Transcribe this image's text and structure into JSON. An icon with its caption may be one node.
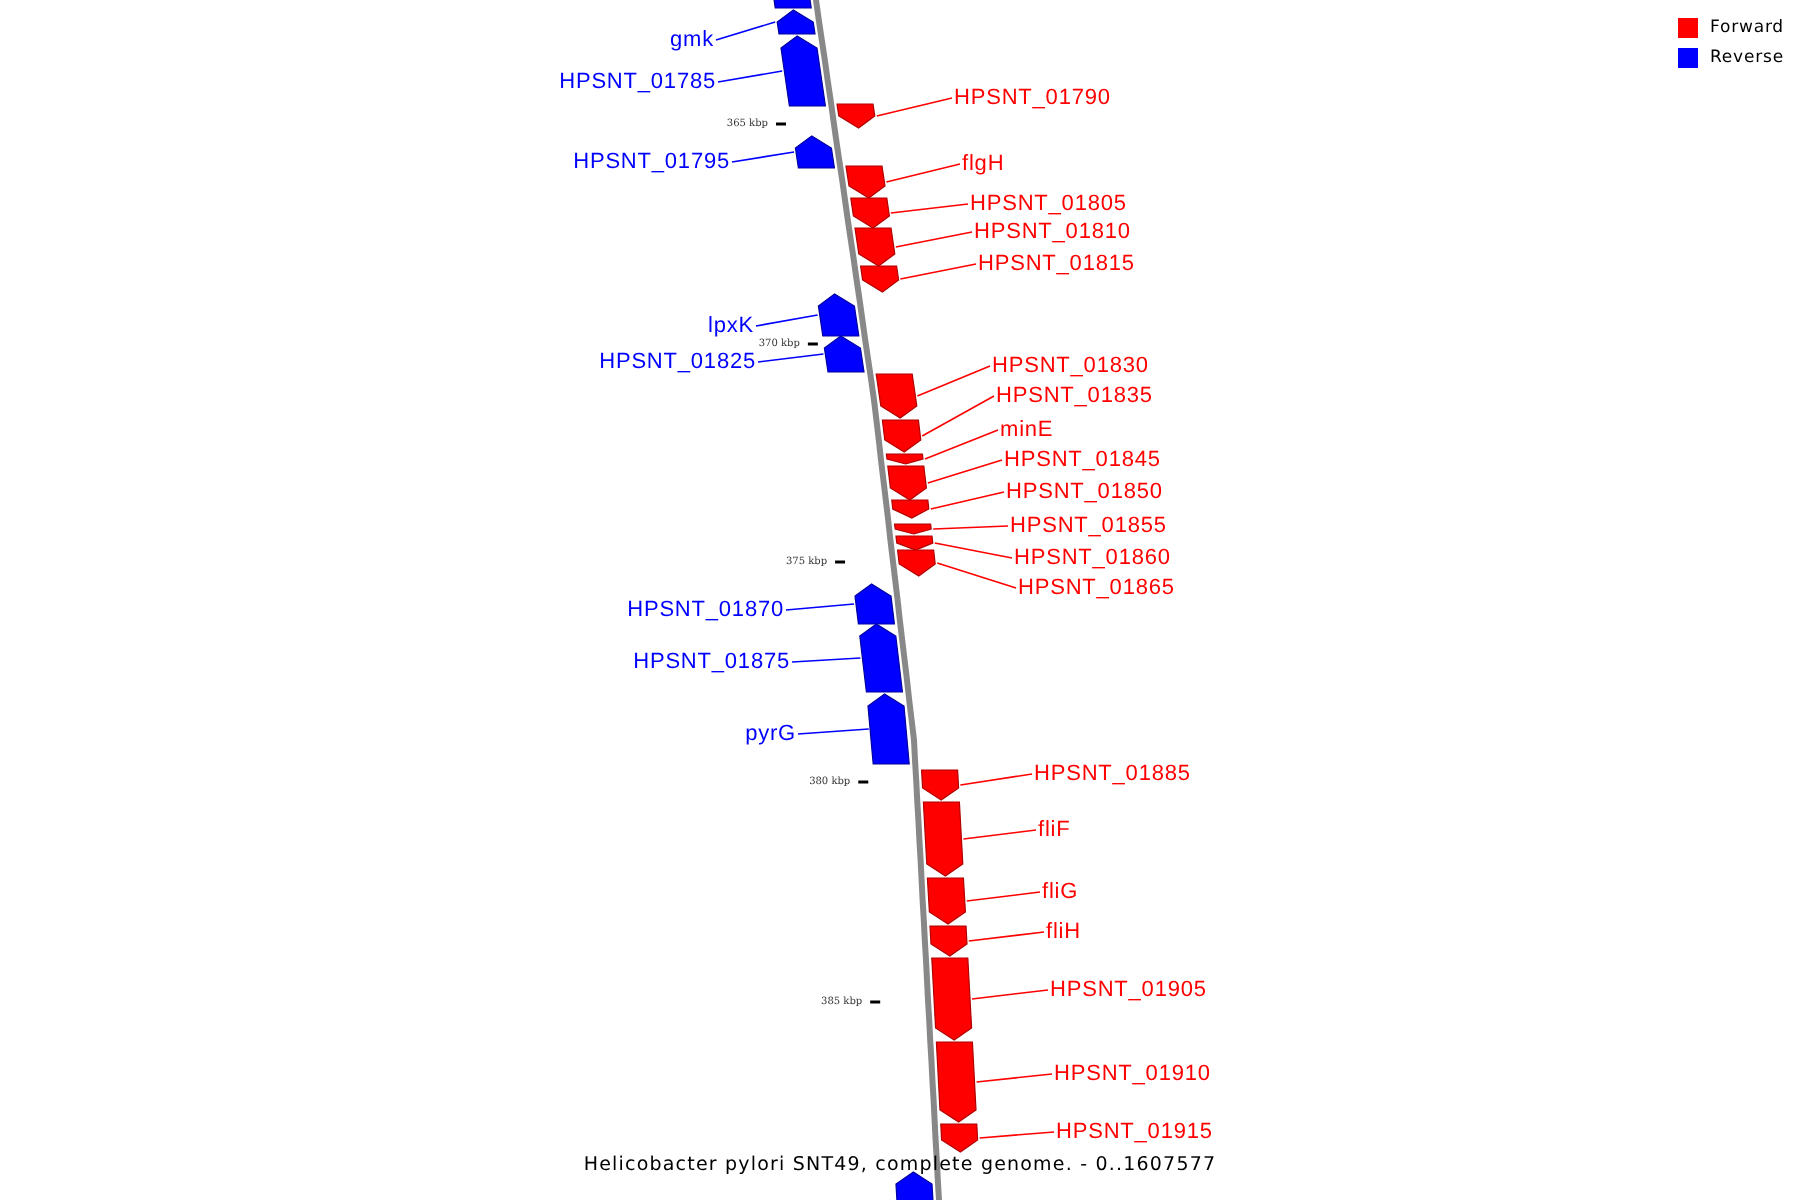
{
  "diagram": {
    "caption": "Helicobacter pylori SNT49, complete genome. - 0..1607577",
    "nodes": [
      {
        "text": [],
        "shape": "arrow"
      },
      {
        "text": [
          "gmk"
        ]
      },
      {
        "text": [],
        "shape": "arrow"
      },
      {
        "text": [
          "HPSNT_01785"
        ]
      },
      {
        "text": [],
        "shape": "arrow"
      },
      {
        "text": [
          "HPSNT_01790"
        ]
      },
      {
        "text": [],
        "shape": "arrow"
      },
      {
        "text": [
          "HPSNT_01795"
        ]
      },
      {
        "text": [],
        "shape": "arrow"
      },
      {
        "text": [
          "flgH"
        ]
      },
      {
        "text": [],
        "shape": "arrow"
      },
      {
        "text": [
          "HPSNT_01805"
        ]
      },
      {
        "text": [],
        "shape": "arrow"
      },
      {
        "text": [
          "HPSNT_01810"
        ]
      },
      {
        "text": [],
        "shape": "arrow"
      },
      {
        "text": [
          "HPSNT_01815"
        ]
      },
      {
        "text": [],
        "shape": "arrow"
      },
      {
        "text": [
          "lpxK"
        ]
      },
      {
        "text": [],
        "shape": "arrow"
      },
      {
        "text": [
          "HPSNT_01825"
        ]
      },
      {
        "text": [],
        "shape": "arrow"
      },
      {
        "text": [
          "HPSNT_01830"
        ]
      },
      {
        "text": [],
        "shape": "arrow"
      },
      {
        "text": [
          "HPSNT_01835"
        ]
      },
      {
        "text": [],
        "shape": "arrow"
      },
      {
        "text": [
          "minE"
        ]
      },
      {
        "text": [],
        "shape": "arrow"
      },
      {
        "text": [
          "HPSNT_01845"
        ]
      },
      {
        "text": [],
        "shape": "arrow"
      },
      {
        "text": [
          "HPSNT_01850"
        ]
      },
      {
        "text": [],
        "shape": "arrow"
      },
      {
        "text": [
          "HPSNT_01855"
        ]
      },
      {
        "text": [],
        "shape": "arrow"
      },
      {
        "text": [
          "HPSNT_01860"
        ]
      },
      {
        "text": [],
        "shape": "arrow"
      },
      {
        "text": [
          "HPSNT_01865"
        ]
      },
      {
        "text": [],
        "shape": "arrow"
      },
      {
        "text": [
          "HPSNT_01870"
        ]
      },
      {
        "text": [],
        "shape": "arrow"
      },
      {
        "text": [
          "HPSNT_01875"
        ]
      },
      {
        "text": [],
        "shape": "arrow"
      },
      {
        "text": [
          "pyrG"
        ]
      },
      {
        "text": [],
        "shape": "arrow"
      },
      {
        "text": [
          "HPSNT_01885"
        ]
      },
      {
        "text": [],
        "shape": "arrow"
      },
      {
        "text": [
          "fliF"
        ]
      },
      {
        "text": [],
        "shape": "arrow"
      },
      {
        "text": [
          "fliG"
        ]
      },
      {
        "text": [],
        "shape": "arrow"
      },
      {
        "text": [
          "fliH"
        ]
      },
      {
        "text": [],
        "shape": "arrow"
      },
      {
        "text": [
          "HPSNT_01905"
        ]
      },
      {
        "text": [],
        "shape": "arrow"
      },
      {
        "text": [
          "HPSNT_01910"
        ]
      },
      {
        "text": [],
        "shape": "arrow"
      },
      {
        "text": [
          "HPSNT_01915"
        ]
      },
      {
        "text": [],
        "shape": "arrow"
      },
      {
        "text": [],
        "shape": "arrow"
      }
    ],
    "edges": [
      {
        "from": 1,
        "to": 2,
        "arrow": "none",
        "color": "#0000ff"
      },
      {
        "from": 3,
        "to": 4,
        "arrow": "none",
        "color": "#0000ff"
      },
      {
        "from": 5,
        "to": 6,
        "arrow": "none"
      },
      {
        "from": 7,
        "to": 8,
        "arrow": "none",
        "color": "#0000ff"
      },
      {
        "from": 9,
        "to": 10,
        "arrow": "none"
      },
      {
        "from": 11,
        "to": 12,
        "arrow": "none"
      },
      {
        "from": 13,
        "to": 14,
        "arrow": "none"
      },
      {
        "from": 15,
        "to": 16,
        "arrow": "none"
      },
      {
        "from": 17,
        "to": 18,
        "arrow": "none",
        "color": "#0000ff"
      },
      {
        "from": 19,
        "to": 20,
        "arrow": "none",
        "color": "#0000ff"
      },
      {
        "from": 21,
        "to": 22,
        "arrow": "none"
      },
      {
        "from": 23,
        "to": 24,
        "arrow": "none"
      },
      {
        "from": 25,
        "to": 26,
        "arrow": "none"
      },
      {
        "from": 27,
        "to": 28,
        "arrow": "none"
      },
      {
        "from": 29,
        "to": 30,
        "arrow": "none"
      },
      {
        "from": 31,
        "to": 32,
        "arrow": "none"
      },
      {
        "from": 33,
        "to": 34,
        "arrow": "none"
      },
      {
        "from": 35,
        "to": 36,
        "arrow": "none"
      },
      {
        "from": 37,
        "to": 38,
        "arrow": "none",
        "color": "#0000ff"
      },
      {
        "from": 39,
        "to": 40,
        "arrow": "none",
        "color": "#0000ff"
      },
      {
        "from": 41,
        "to": 42,
        "arrow": "none",
        "color": "#0000ff"
      },
      {
        "from": 43,
        "to": 44,
        "arrow": "none"
      },
      {
        "from": 45,
        "to": 46,
        "arrow": "none"
      },
      {
        "from": 47,
        "to": 48,
        "arrow": "none"
      },
      {
        "from": 49,
        "to": 50,
        "arrow": "none"
      },
      {
        "from": 51,
        "to": 52,
        "arrow": "none"
      },
      {
        "from": 53,
        "to": 54,
        "arrow": "none"
      },
      {
        "from": 55,
        "to": 56,
        "arrow": "none"
      }
    ],
    "labels": [
      "365 kbp",
      "370 kbp",
      "375 kbp",
      "380 kbp",
      "385 kbp"
    ],
    "legend": [
      {
        "text": "Forward",
        "color": "#ff0000"
      },
      {
        "text": "Reverse",
        "color": "#0000ff"
      }
    ]
  }
}
